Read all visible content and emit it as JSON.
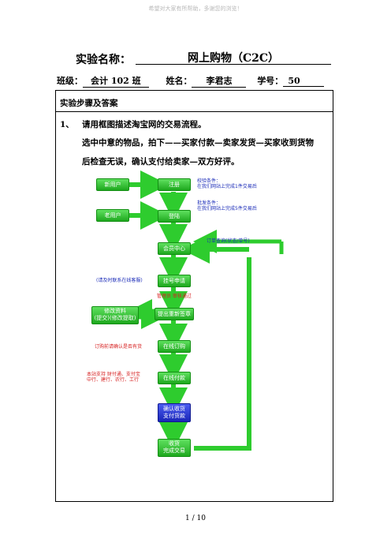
{
  "watermark": "希望对大家有所帮助，多谢您的浏览！",
  "title": {
    "label": "实验名称：",
    "value": "网上购物（C2C）"
  },
  "info": {
    "class_label": "班级：",
    "class_value": "会计 102 班",
    "name_label": "姓名：",
    "name_value": "李君志",
    "id_label": "学号：",
    "id_value": "50"
  },
  "section_heading": "实验步骤及答案",
  "question": {
    "number": "1、",
    "text": "请用框图描述淘宝网的交易流程。"
  },
  "answer": [
    "选中中意的物品，拍下——买家付款—卖家发货—买家收到货物",
    "后检查无误，确认支付给卖家—双方好评。"
  ],
  "flow": {
    "left_boxes": [
      "新用户",
      "老用户"
    ],
    "main_boxes": [
      "注册",
      "登陆",
      "会员中心",
      "挂号申请",
      "提出重新签章",
      "在线订购",
      "在线付款",
      "确认收货\n支付货款",
      "收货\n完成交易"
    ],
    "side_box": "修改资料\n(提交)(修改提取)",
    "annotations": {
      "reg_note": "校验条件：\n在我们网站上完成1件交易后",
      "login_note": "批发条件：\n在我们网站上完成5件交易后",
      "order_query": "订单查询(状态/单号)",
      "apply_note": "(请及时联系在线客服)",
      "review_note": "管理员 审核通过",
      "confirm_note": "订购前请确认是否有货",
      "pay_note": "本站支持 财付通、支付宝\n中行、建行、农行、工行"
    }
  },
  "page_number": "1 / 10"
}
